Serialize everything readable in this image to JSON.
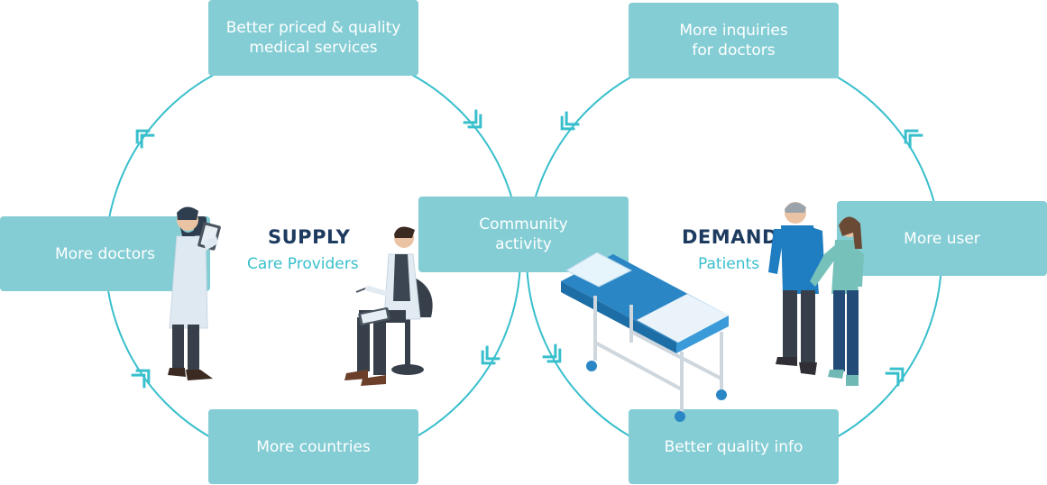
{
  "diagram": {
    "supply": {
      "heading": "SUPPLY",
      "subheading": "Care Providers"
    },
    "demand": {
      "heading": "DEMAND",
      "subheading": "Patients"
    },
    "center_box": "Community\nactivity",
    "supply_boxes": {
      "top": "Better priced & quality\nmedical services",
      "left": "More doctors",
      "bottom": "More countries"
    },
    "demand_boxes": {
      "top": "More inquiries\nfor doctors",
      "right": "More user",
      "bottom": "Better quality info"
    }
  },
  "colors": {
    "box_fill": "#84cdd4",
    "box_text": "#ffffff",
    "cycle_line": "#38bfcc",
    "heading": "#1d3a5f",
    "subheading": "#38bfcc"
  }
}
